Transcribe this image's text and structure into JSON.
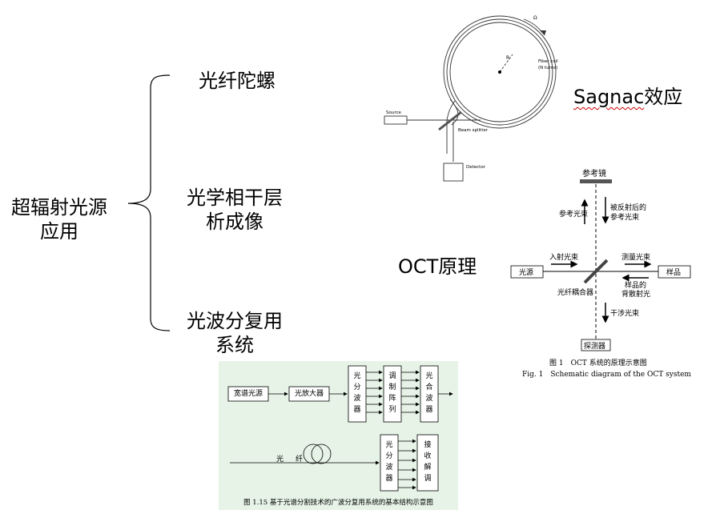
{
  "root": {
    "line1": "超辐射光源",
    "line2": "应用"
  },
  "branches": {
    "gyro": "光纤陀螺",
    "oct_line1": "光学相干层",
    "oct_line2": "析成像",
    "wdm_line1": "光波分复用",
    "wdm_line2": "系统"
  },
  "labels": {
    "sagnac_plain": "Sagnac",
    "sagnac_cjk": "效应",
    "oct": "OCT原理"
  },
  "sagnac_fig": {
    "omega": "Ω",
    "radius": "R",
    "fiber_coil_1": "Fiber coil",
    "fiber_coil_2": "(N turns)",
    "source": "Source",
    "beam_splitter": "Beam splitter",
    "detector": "Detector"
  },
  "oct_fig": {
    "mirror": "参考镜",
    "ref_beam": "参考光束",
    "reflected_1": "被反射后的",
    "reflected_2": "参考光束",
    "incident": "入射光束",
    "measure": "测量光束",
    "source": "光源",
    "sample": "样品",
    "coupler": "光纤耦合器",
    "backscatter_1": "样品的",
    "backscatter_2": "背散射光",
    "interference": "干涉光束",
    "detector": "探测器",
    "caption_cn": "图 1　OCT 系统的原理示意图",
    "caption_en": "Fig. 1　Schematic diagram of the OCT system"
  },
  "wdm_fig": {
    "background": "#e6f3e6",
    "broadband": "宽谱光源",
    "amplifier": "光放大器",
    "demux1": [
      "光",
      "分",
      "波",
      "器"
    ],
    "modulator": [
      "调",
      "制",
      "阵",
      "列"
    ],
    "mux": [
      "光",
      "合",
      "波",
      "器"
    ],
    "fiber_a": "光",
    "fiber_b": "纤",
    "demux2": [
      "光",
      "分",
      "波",
      "器"
    ],
    "receiver": [
      "接",
      "收",
      "解",
      "调"
    ],
    "caption": "图 1.15  基于光谱分割技术的广波分复用系统的基本结构示意图"
  }
}
